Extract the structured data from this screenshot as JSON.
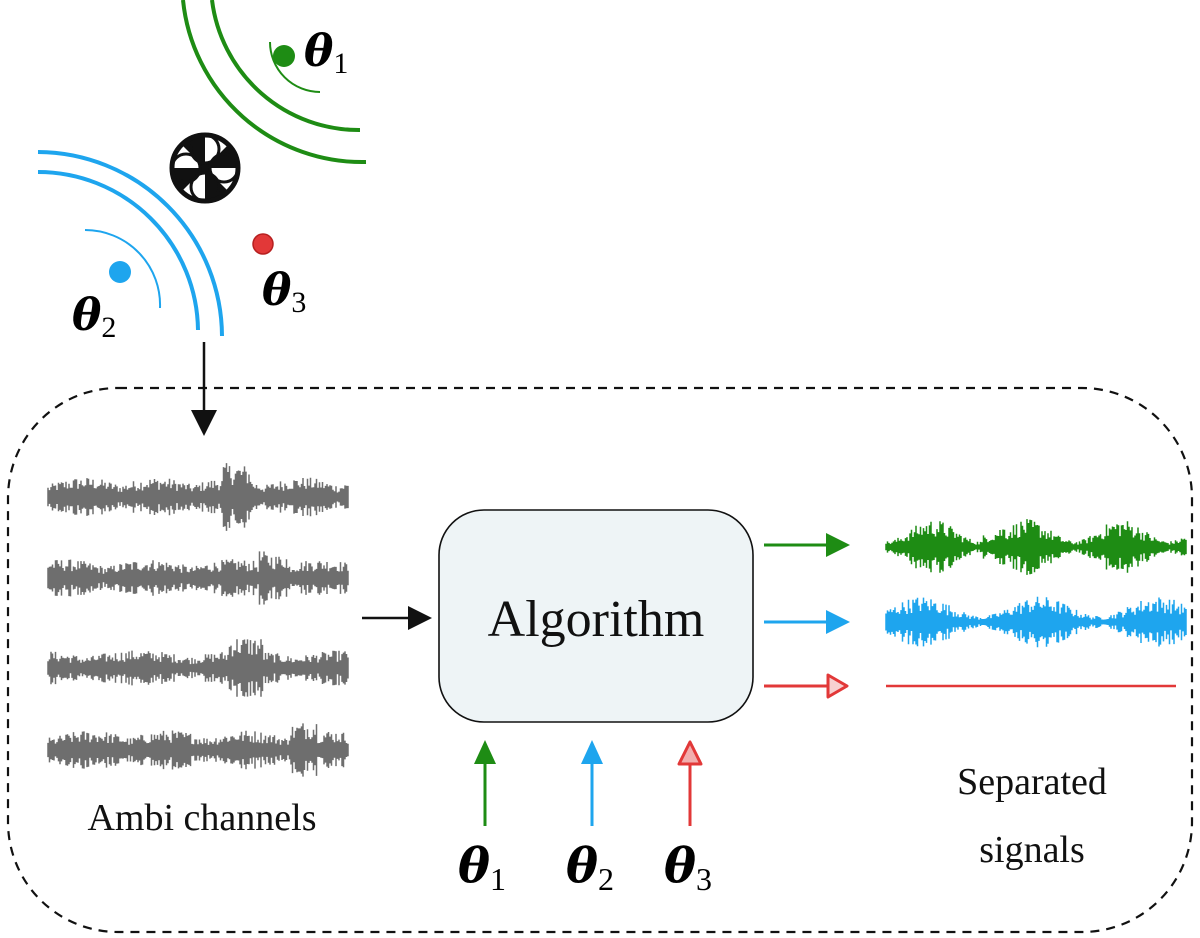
{
  "colors": {
    "source1": "#1e8c14",
    "source2": "#1ea5ee",
    "source3": "#e23838",
    "mixture": "#6e6e6e",
    "box_fill": "#eef4f6",
    "outline": "#111111"
  },
  "sources": [
    {
      "symbol": "θ",
      "subscript": "1"
    },
    {
      "symbol": "θ",
      "subscript": "2"
    },
    {
      "symbol": "θ",
      "subscript": "3"
    }
  ],
  "microphone_icon": "ambisonic-microphone-icon",
  "mixture_channel_count": 4,
  "labels": {
    "ambi_channels": "Ambi channels",
    "algorithm": "Algorithm",
    "separated_line1": "Separated",
    "separated_line2": "signals"
  },
  "direction_inputs": [
    {
      "symbol": "θ",
      "subscript": "1"
    },
    {
      "symbol": "θ",
      "subscript": "2"
    },
    {
      "symbol": "θ",
      "subscript": "3"
    }
  ],
  "outputs": [
    "source1",
    "source2",
    "source3-silent"
  ]
}
